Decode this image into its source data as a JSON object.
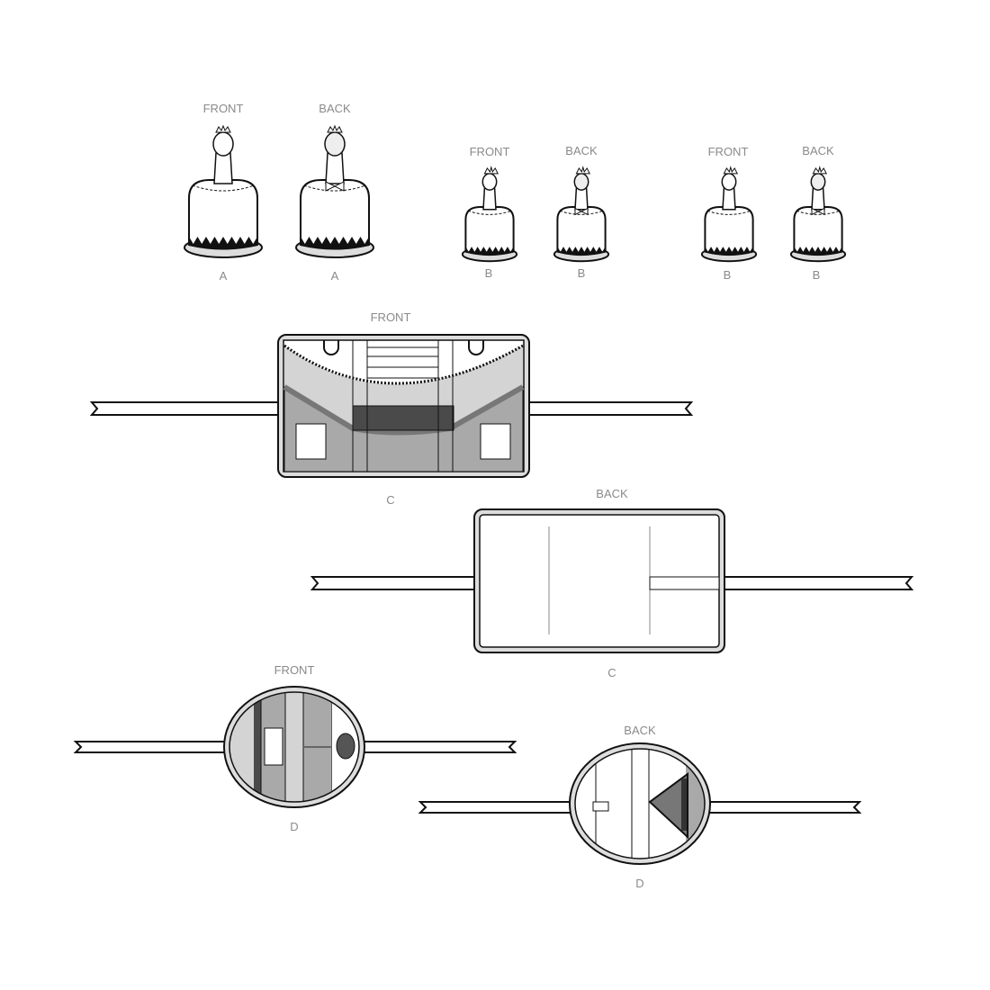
{
  "views": {
    "a_front": {
      "view": "FRONT",
      "letter": "A"
    },
    "a_back": {
      "view": "BACK",
      "letter": "A"
    },
    "b1_front": {
      "view": "FRONT",
      "letter": "B"
    },
    "b1_back": {
      "view": "BACK",
      "letter": "B"
    },
    "b2_front": {
      "view": "FRONT",
      "letter": "B"
    },
    "b2_back": {
      "view": "BACK",
      "letter": "B"
    },
    "c_front": {
      "view": "FRONT",
      "letter": "C"
    },
    "c_back": {
      "view": "BACK",
      "letter": "C"
    },
    "d_front": {
      "view": "FRONT",
      "letter": "D"
    },
    "d_back": {
      "view": "BACK",
      "letter": "D"
    }
  },
  "colors": {
    "light": "#d4d4d4",
    "mid": "#a9a9a9",
    "dark": "#4a4a4a",
    "line": "#111111",
    "label": "#8a8a8a"
  }
}
